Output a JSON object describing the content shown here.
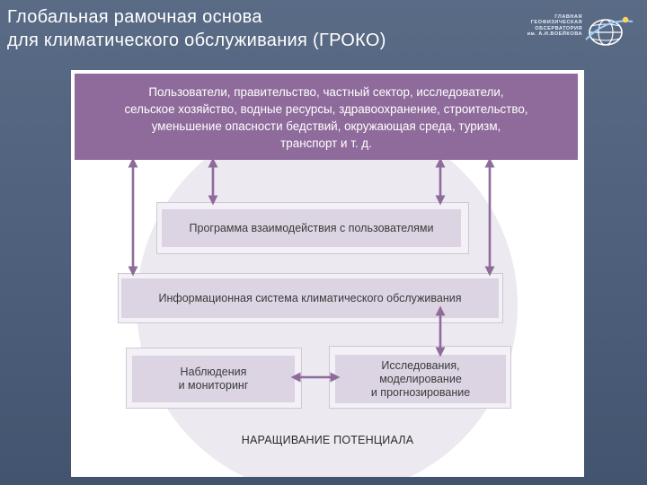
{
  "slide": {
    "title_line1": "Глобальная рамочная основа",
    "title_line2": "для климатического обслуживания (ГРОКО)"
  },
  "logo": {
    "line1": "ГЛАВНАЯ",
    "line2": "ГЕОФИЗИЧЕСКАЯ",
    "line3": "ОБСЕРВАТОРИЯ",
    "line4": "им. А.И.ВОЕЙКОВА",
    "emblem_icon": "globe-logo-icon"
  },
  "diagram": {
    "users_line1": "Пользователи, правительство, частный сектор, исследователи,",
    "users_line2": "сельское хозяйство, водные ресурсы, здравоохранение, строительство,",
    "users_line3": "уменьшение опасности бедствий, окружающая среда, туризм,",
    "users_line4": "транспорт и т. д.",
    "upi": "Программа взаимодействия с пользователями",
    "csis": "Информационная система климатического обслуживания",
    "observations_line1": "Наблюдения",
    "observations_line2": "и мониторинг",
    "research_line1": "Исследования,",
    "research_line2": "моделирование",
    "research_line3": "и прогнозирование",
    "capacity": "НАРАЩИВАНИЕ ПОТЕНЦИАЛА"
  },
  "colors": {
    "slide_background": "#4d5f7b",
    "users_box": "#8e6b9b",
    "inner_box": "#dcd4e3",
    "arrow": "#8e6b9b",
    "circle": "#ece9f0"
  }
}
